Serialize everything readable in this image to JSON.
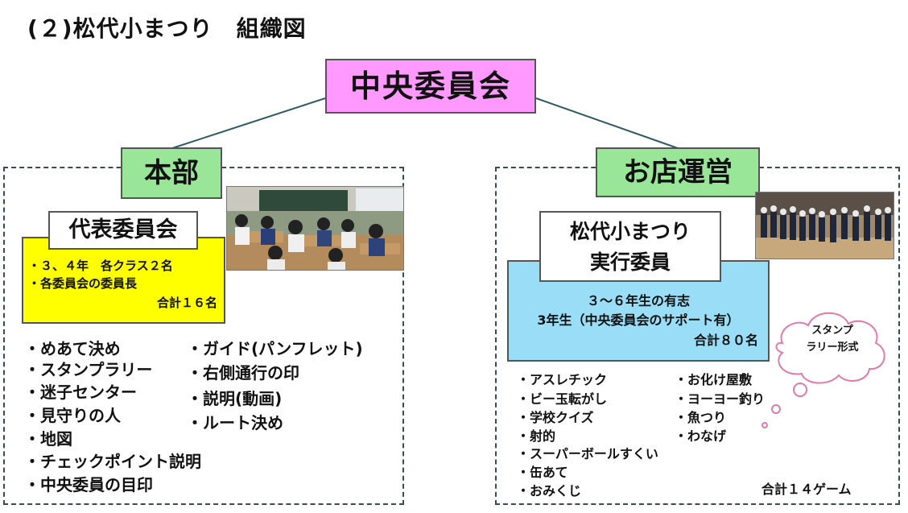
{
  "title": "(２)松代小まつり　組織図",
  "central": "中央委員会",
  "left": {
    "header": "本部",
    "committee": "代表委員会",
    "yellow_lines": [
      "・３、４年　各クラス２名",
      "・各委員会の委員長"
    ],
    "yellow_total": "合計１６名",
    "col1": [
      "・めあて決め",
      "・スタンプラリー",
      "・迷子センター",
      "・見守りの人",
      "・地図",
      "・チェックポイント説明",
      "・中央委員の目印"
    ],
    "col2": [
      "・ガイド(パンフレット)",
      "・右側通行の印",
      "・説明(動画)",
      "・ルート決め"
    ]
  },
  "right": {
    "header": "お店運営",
    "committee_lines": [
      "松代小まつり",
      "実行委員"
    ],
    "blue_lines": [
      "３～６年生の有志",
      "3年生（中央委員会のサポート有）"
    ],
    "blue_total": "合計８０名",
    "cloud_lines": [
      "スタンプ",
      "ラリー形式"
    ],
    "col1": [
      "・アスレチック",
      "・ビー玉転がし",
      "・学校クイズ",
      "・射的",
      "・スーパーボールすくい",
      "・缶あて",
      "・おみくじ"
    ],
    "col2": [
      "・お化け屋敷",
      "・ヨーヨー釣り",
      "・魚つり",
      "・わなげ"
    ],
    "total": "合計１４ゲーム"
  },
  "colors": {
    "central": "#ff99ff",
    "header": "#99e699",
    "yellow": "#ffff00",
    "blue": "#99ddf7",
    "line": "#2e5a66"
  }
}
